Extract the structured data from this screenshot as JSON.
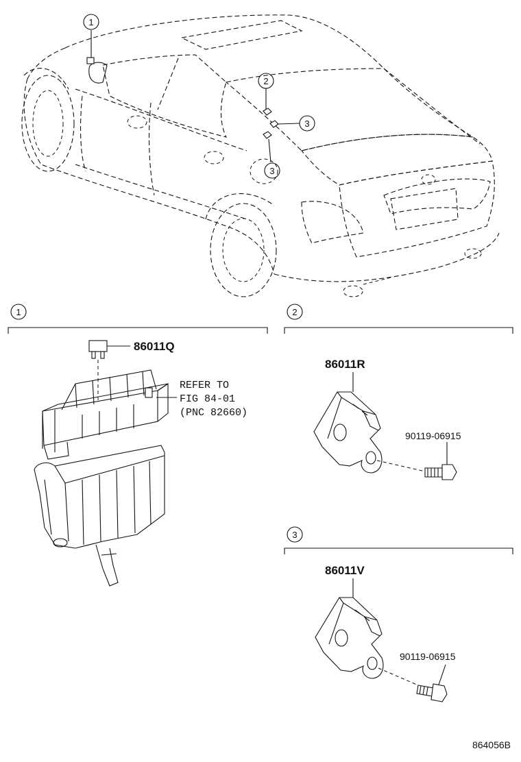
{
  "callouts": {
    "c1": "1",
    "c2": "2",
    "c3a": "3",
    "c3b": "3"
  },
  "sections": [
    {
      "id": "1",
      "label": "1"
    },
    {
      "id": "2",
      "label": "2"
    },
    {
      "id": "3",
      "label": "3"
    }
  ],
  "parts": {
    "p1": "86011Q",
    "p2": "86011R",
    "p3": "86011V",
    "bolt2": "90119-06915",
    "bolt3": "90119-06915"
  },
  "refer": {
    "line1": "REFER TO",
    "line2": "FIG 84-01",
    "line3": "(PNC 82660)"
  },
  "figure_code": "864056B"
}
